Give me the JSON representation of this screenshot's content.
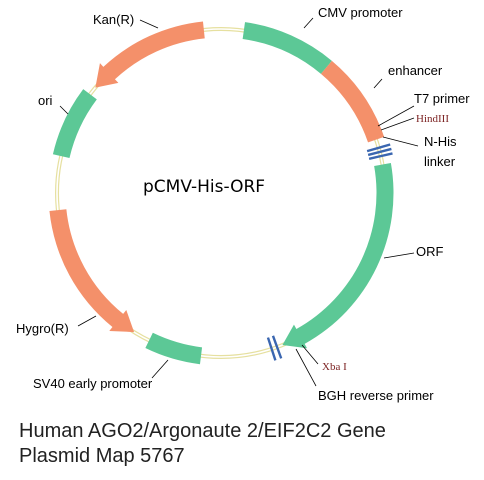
{
  "plasmid": {
    "name": "pCMV-His-ORF",
    "backbone_color": "#e6e0a0",
    "features": [
      {
        "label": "CMV promoter",
        "kind": "promoter",
        "color": "#5cc896",
        "start_deg": 8,
        "end_deg": 40,
        "direction": "none"
      },
      {
        "label": "enhancer",
        "kind": "enhancer",
        "color": "#f4906a",
        "start_deg": 40,
        "end_deg": 71,
        "direction": "none"
      },
      {
        "label": "ORF",
        "kind": "orf",
        "color": "#5cc896",
        "start_deg": 80,
        "end_deg": 158,
        "direction": "cw"
      },
      {
        "label": "SV40 early promoter",
        "kind": "promoter",
        "color": "#5cc896",
        "start_deg": 187,
        "end_deg": 206,
        "direction": "none"
      },
      {
        "label": "Hygro(R)",
        "kind": "resistance",
        "color": "#f4906a",
        "start_deg": 212,
        "end_deg": 264,
        "direction": "ccw"
      },
      {
        "label": "ori",
        "kind": "origin",
        "color": "#5cc896",
        "start_deg": 283,
        "end_deg": 307,
        "direction": "none"
      },
      {
        "label": "Kan(R)",
        "kind": "resistance",
        "color": "#f4906a",
        "start_deg": 310,
        "end_deg": 354,
        "direction": "ccw"
      }
    ],
    "markers": [
      {
        "label": "T7 primer",
        "color": "#3a66b0",
        "deg": 74
      },
      {
        "label": "HindIII",
        "color": "#3a66b0",
        "deg": 75.5
      },
      {
        "label": "N-His linker",
        "color": "#3a66b0",
        "deg": 77
      },
      {
        "label": "Xba I",
        "color": "#3a66b0",
        "deg": 160
      },
      {
        "label": "BGH reverse primer",
        "color": "#3a66b0",
        "deg": 162
      }
    ],
    "labels": {
      "cmv_promoter": "CMV promoter",
      "enhancer": "enhancer",
      "t7_primer": "T7 primer",
      "hindiii": "HindIII",
      "n_his": "N-His",
      "linker": "linker",
      "orf": "ORF",
      "xba_i": "Xba I",
      "bgh_reverse_primer": "BGH reverse primer",
      "sv40_early_promoter": "SV40 early promoter",
      "hygro": "Hygro(R)",
      "ori": "ori",
      "kan": "Kan(R)"
    }
  },
  "caption": {
    "line1": "Human AGO2/Argonaute 2/EIF2C2 Gene",
    "line2": "Plasmid Map 5767"
  }
}
